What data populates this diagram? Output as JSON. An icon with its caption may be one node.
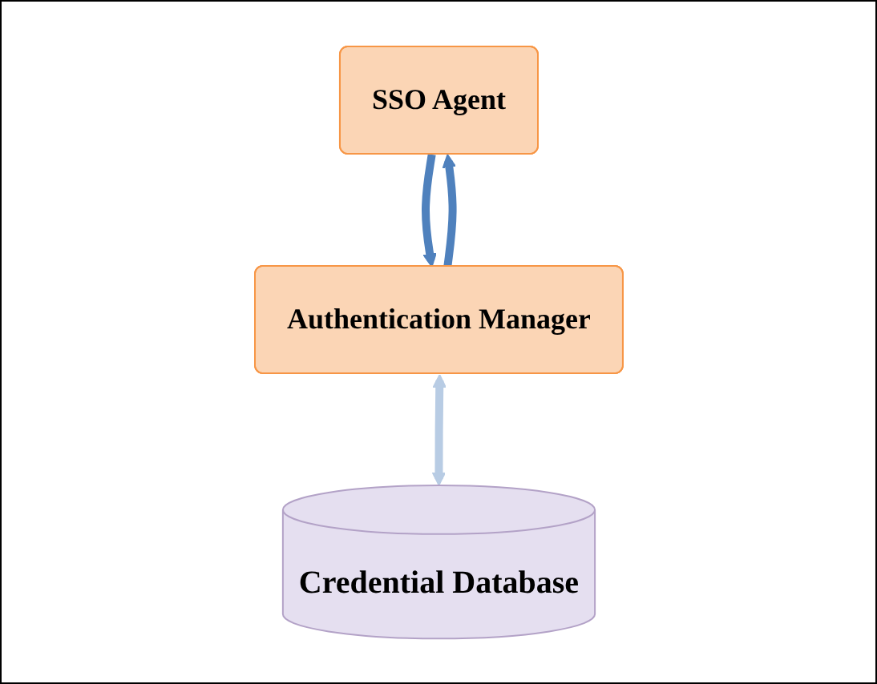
{
  "diagram": {
    "nodes": [
      {
        "text": [
          "SSO Agent"
        ]
      },
      {
        "text": [
          "Authentication Manager"
        ]
      },
      {
        "text": [
          "Credential Database"
        ]
      }
    ],
    "edges": [
      {
        "from": 1,
        "to": 0,
        "arrow": "to"
      },
      {
        "from": 0,
        "to": 1,
        "arrow": "to"
      },
      {
        "from": 1,
        "to": 2,
        "arrow": "both",
        "color": "#b8cce4"
      }
    ]
  }
}
